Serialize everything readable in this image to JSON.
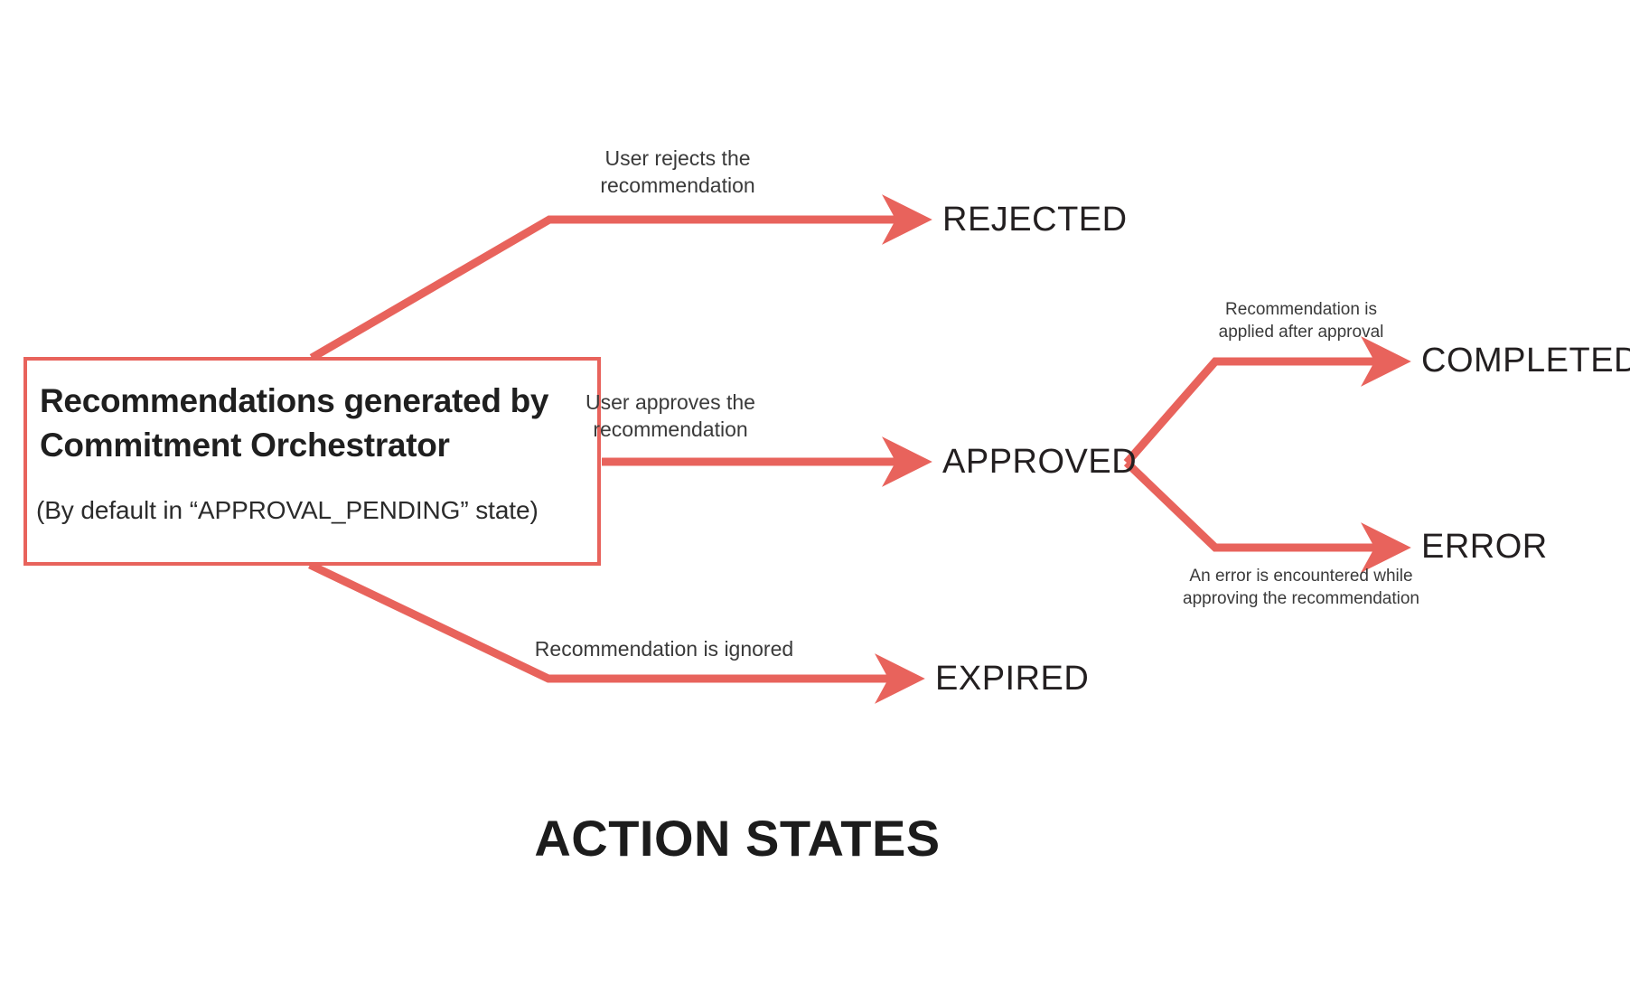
{
  "diagram": {
    "title": "ACTION STATES",
    "accent_color": "#E8635C",
    "text_color": "#231f20",
    "background": "#ffffff",
    "source_node": {
      "title": "Recommendations generated by Commitment Orchestrator",
      "subtitle": "(By default in “APPROVAL_PENDING” state)"
    },
    "states": {
      "rejected": "REJECTED",
      "approved": "APPROVED",
      "expired": "EXPIRED",
      "completed": "COMPLETED",
      "error": "ERROR"
    },
    "transitions": {
      "to_rejected": "User rejects the\nrecommendation",
      "to_approved": "User approves the\nrecommendation",
      "to_expired": "Recommendation is ignored",
      "to_completed": "Recommendation is\napplied after approval",
      "to_error": "An error is encountered while\napproving the recommendation"
    }
  }
}
